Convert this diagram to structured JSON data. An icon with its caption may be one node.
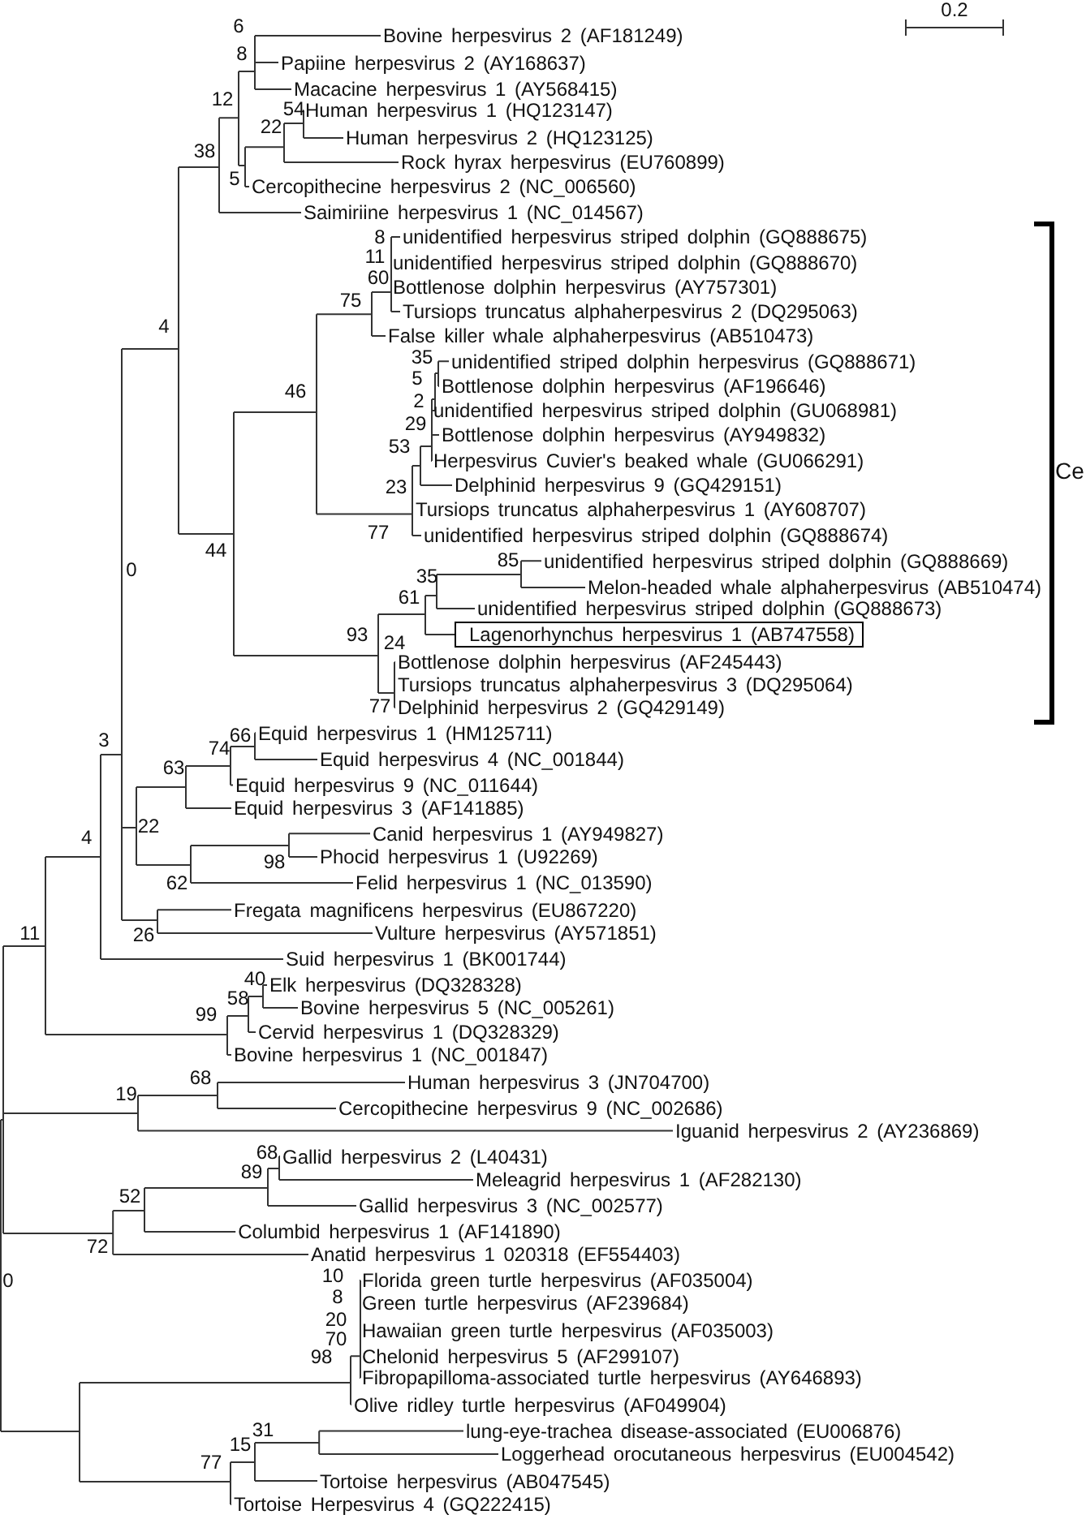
{
  "diagram": {
    "nodes": [
      {
        "text": [
          "Lagenorhynchus herpesvirus 1 (AB747558)"
        ]
      }
    ],
    "labels": [
      "0.2",
      "6",
      "Bovine herpesvirus 2 (AF181249)",
      "8",
      "Papiine herpesvirus 2 (AY168637)",
      "Macacine herpesvirus 1 (AY568415)",
      "12",
      "54",
      "Human herpesvirus 1 (HQ123147)",
      "22",
      "Human herpesvirus 2 (HQ123125)",
      "38",
      "Rock hyrax herpesvirus (EU760899)",
      "5",
      "Cercopithecine herpesvirus 2 (NC_006560)",
      "Saimiriine herpesvirus 1 (NC_014567)",
      "8",
      "unidentified herpesvirus striped dolphin (GQ888675)",
      "11",
      "unidentified herpesvirus striped dolphin (GQ888670)",
      "60",
      "Bottlenose dolphin herpesvirus (AY757301)",
      "75",
      "Tursiops truncatus alphaherpesvirus 2 (DQ295063)",
      "4",
      "False killer whale alphaherpesvirus (AB510473)",
      "35",
      "unidentified striped dolphin herpesvirus (GQ888671)",
      "5",
      "Bottlenose dolphin herpesvirus (AF196646)",
      "46",
      "2",
      "unidentified herpesvirus striped dolphin (GU068981)",
      "29",
      "Bottlenose dolphin herpesvirus (AY949832)",
      "53",
      "Herpesvirus Cuvier's beaked whale (GU066291)",
      "Ce",
      "23",
      "Delphinid herpesvirus 9 (GQ429151)",
      "Tursiops truncatus alphaherpesvirus 1 (AY608707)",
      "77",
      "unidentified herpesvirus striped dolphin (GQ888674)",
      "44",
      "85",
      "unidentified herpesvirus striped dolphin (GQ888669)",
      "0",
      "35",
      "Melon-headed whale alphaherpesvirus (AB510474)",
      "61",
      "unidentified herpesvirus striped dolphin (GQ888673)",
      "93",
      "24",
      "Bottlenose dolphin herpesvirus (AF245443)",
      "Tursiops truncatus alphaherpesvirus 3 (DQ295064)",
      "77",
      "Delphinid herpesvirus 2 (GQ429149)",
      "3",
      "66",
      "Equid herpesvirus 1 (HM125711)",
      "74",
      "Equid herpesvirus 4 (NC_001844)",
      "63",
      "Equid herpesvirus 9 (NC_011644)",
      "Equid herpesvirus 3 (AF141885)",
      "22",
      "Canid herpesvirus 1 (AY949827)",
      "4",
      "Phocid herpesvirus 1 (U92269)",
      "98",
      "62",
      "Felid herpesvirus 1 (NC_013590)",
      "Fregata magnificens herpesvirus (EU867220)",
      "11",
      "Vulture herpesvirus (AY571851)",
      "26",
      "Suid herpesvirus 1 (BK001744)",
      "40",
      "Elk herpesvirus (DQ328328)",
      "58",
      "Bovine herpesvirus 5 (NC_005261)",
      "99",
      "Cervid herpesvirus 1 (DQ328329)",
      "Bovine herpesvirus 1 (NC_001847)",
      "68",
      "Human herpesvirus 3 (JN704700)",
      "19",
      "Cercopithecine herpesvirus 9 (NC_002686)",
      "Iguanid herpesvirus 2 (AY236869)",
      "68",
      "Gallid herpesvirus 2 (L40431)",
      "89",
      "Meleagrid herpesvirus 1 (AF282130)",
      "52",
      "Gallid herpesvirus 3 (NC_002577)",
      "Columbid herpesvirus 1 (AF141890)",
      "72",
      "Anatid herpesvirus 1 020318 (EF554403)",
      "0",
      "10",
      "Florida green turtle herpesvirus (AF035004)",
      "8",
      "Green turtle herpesvirus (AF239684)",
      "20",
      "Hawaiian green turtle herpesvirus (AF035003)",
      "70",
      "Chelonid herpesvirus 5 (AF299107)",
      "98",
      "Fibropapilloma-associated turtle herpesvirus (AY646893)",
      "Olive ridley turtle herpesvirus (AF049904)",
      "31",
      "lung-eye-trachea disease-associated (EU006876)",
      "15",
      "Loggerhead orocutaneous herpesvirus (EU004542)",
      "77",
      "Tortoise herpesvirus (AB047545)",
      "Tortoise Herpesvirus 4 (GQ222415)"
    ]
  }
}
